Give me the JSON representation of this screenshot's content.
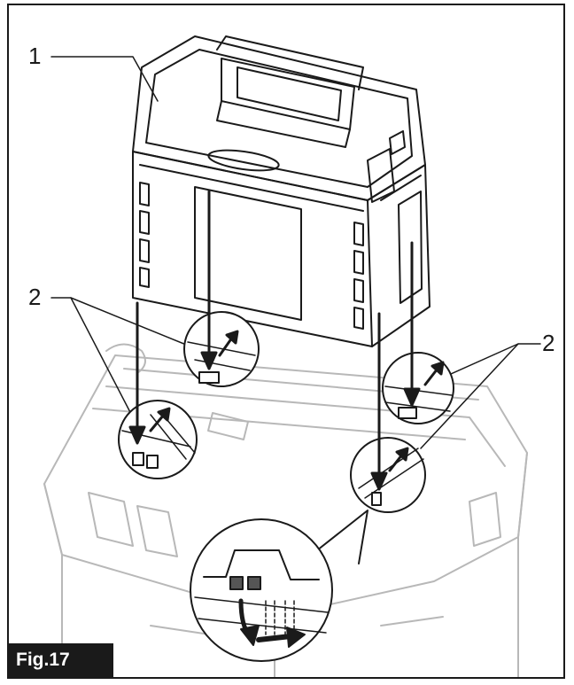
{
  "figure": {
    "label": "Fig.17",
    "callouts": [
      {
        "id": "1",
        "text": "1"
      },
      {
        "id": "2a",
        "text": "2"
      },
      {
        "id": "2b",
        "text": "2"
      }
    ]
  },
  "colors": {
    "line": "#1a1a1a",
    "faint": "#b8b8b8",
    "label_bg": "#1a1a1a",
    "label_text": "#ffffff"
  }
}
